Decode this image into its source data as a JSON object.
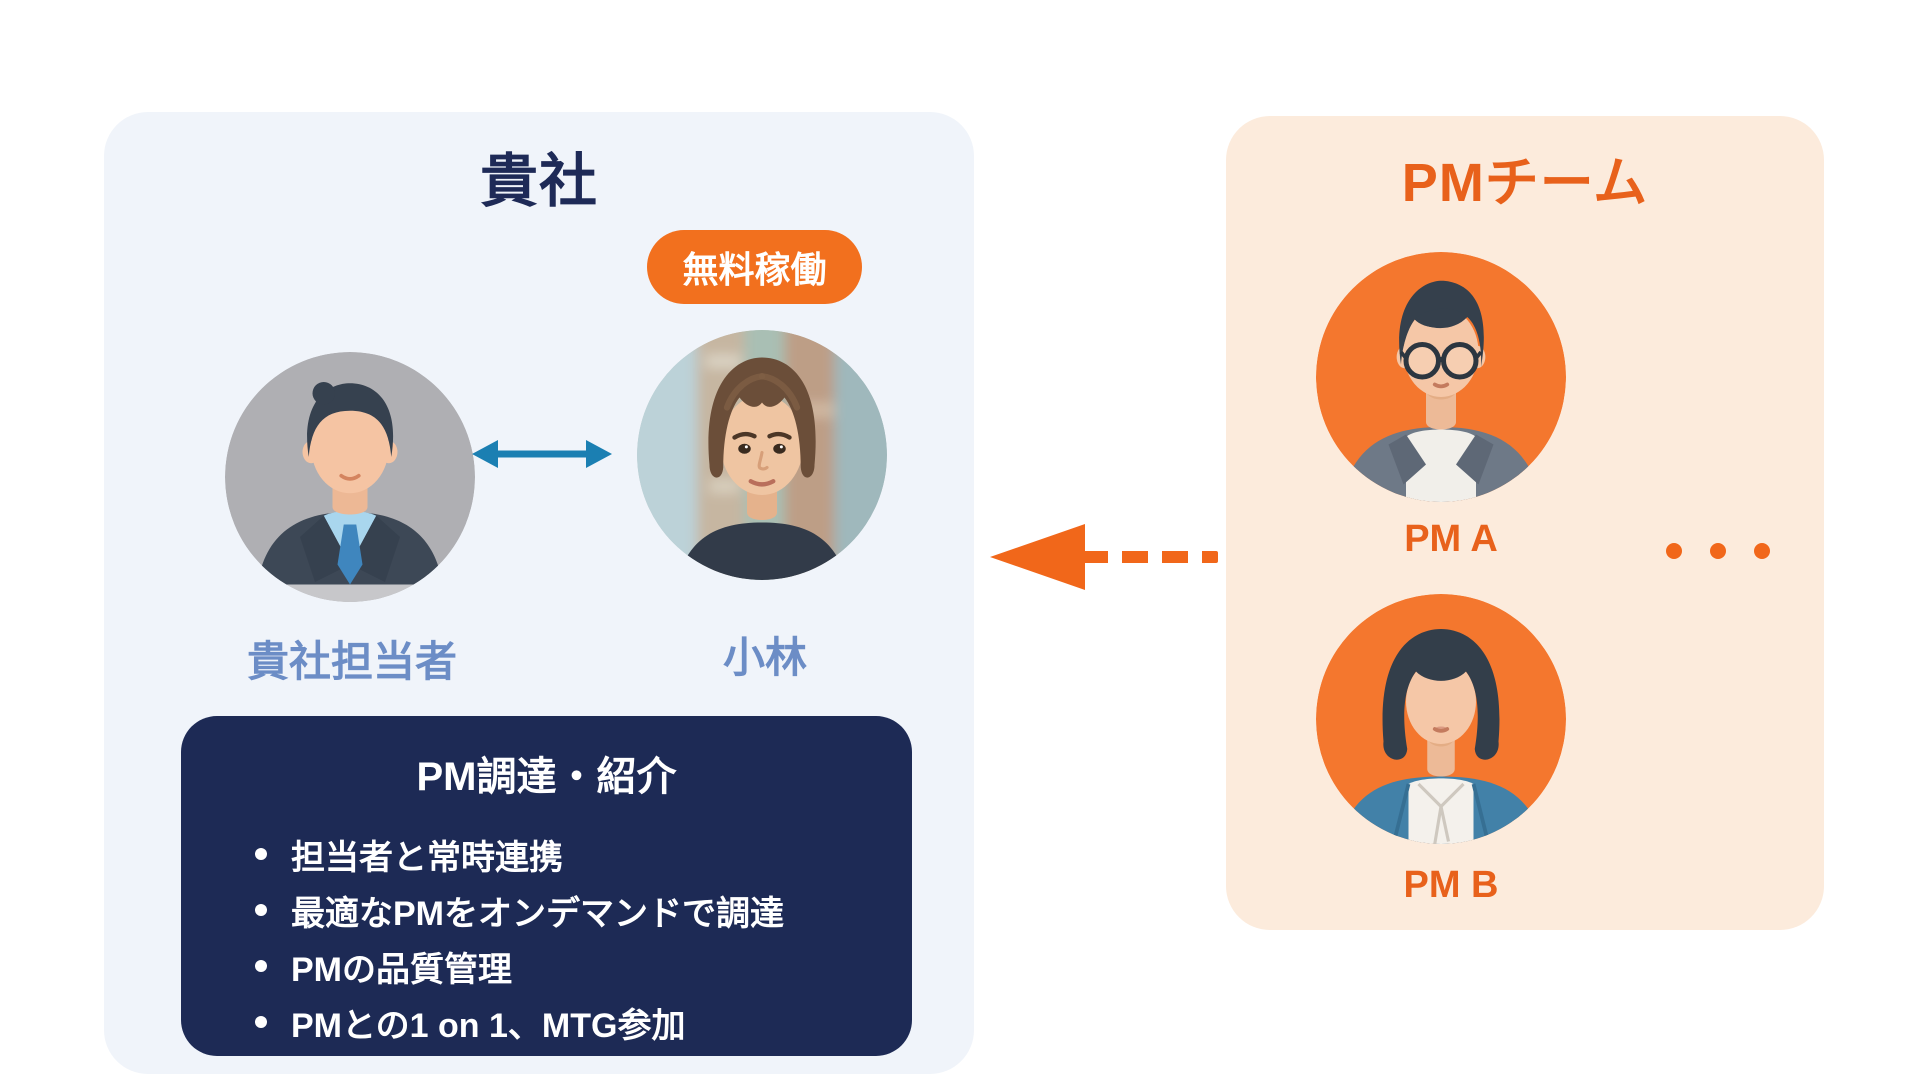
{
  "diagram": {
    "company_panel": {
      "title": "貴社",
      "free_badge": "無料稼働",
      "rep_label": "貴社担当者",
      "kobayashi_label": "小林",
      "info_box": {
        "title": "PM調達・紹介",
        "bullets": [
          "担当者と常時連携",
          "最適なPMをオンデマンドで調達",
          "PMの品質管理",
          "PMとの1 on 1、MTG参加"
        ]
      }
    },
    "pm_team_panel": {
      "title": "PMチーム",
      "member_a_label": "PM A",
      "member_b_label": "PM B",
      "more_members_icon": "three-dots"
    },
    "connections": {
      "company_internal_arrow_icon": "two-way-arrow",
      "pm_to_company_arrow_icon": "dashed-left-arrow"
    },
    "colors": {
      "navy": "#1D2A55",
      "title_navy": "#1E2A57",
      "accent_orange": "#E8611B",
      "badge_orange": "#F2701E",
      "arrow_orange": "#F1671A",
      "avatar_circle_orange": "#F4772E",
      "muted_blue_label": "#6C8DC6",
      "teal_arrow": "#1B7FB2",
      "company_panel_bg": "#F0F4FA",
      "pm_panel_bg": "#FCEBDC"
    }
  }
}
